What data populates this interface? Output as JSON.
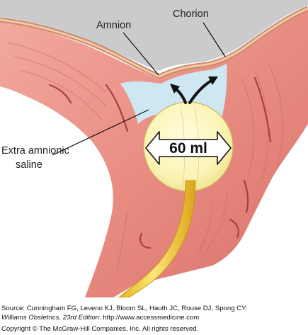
{
  "figure": {
    "labels": {
      "chorion": "Chorion",
      "amnion": "Amnion",
      "extra_amnionic_line1": "Extra amnionic",
      "extra_amnionic_line2": "saline"
    },
    "volume": "60 ml"
  },
  "credit": {
    "source_prefix": "Source: Cunningham FG, Leveno KJ, Bloom SL, Hauth JC, Rouse DJ, Spong CY:",
    "book_title": "Williams Obstetrics, 23rd Edition",
    "url_suffix": ": http://www.accessmedicine.com",
    "copyright": "Copyright © The McGraw-Hill Companies, Inc. All rights reserved."
  }
}
